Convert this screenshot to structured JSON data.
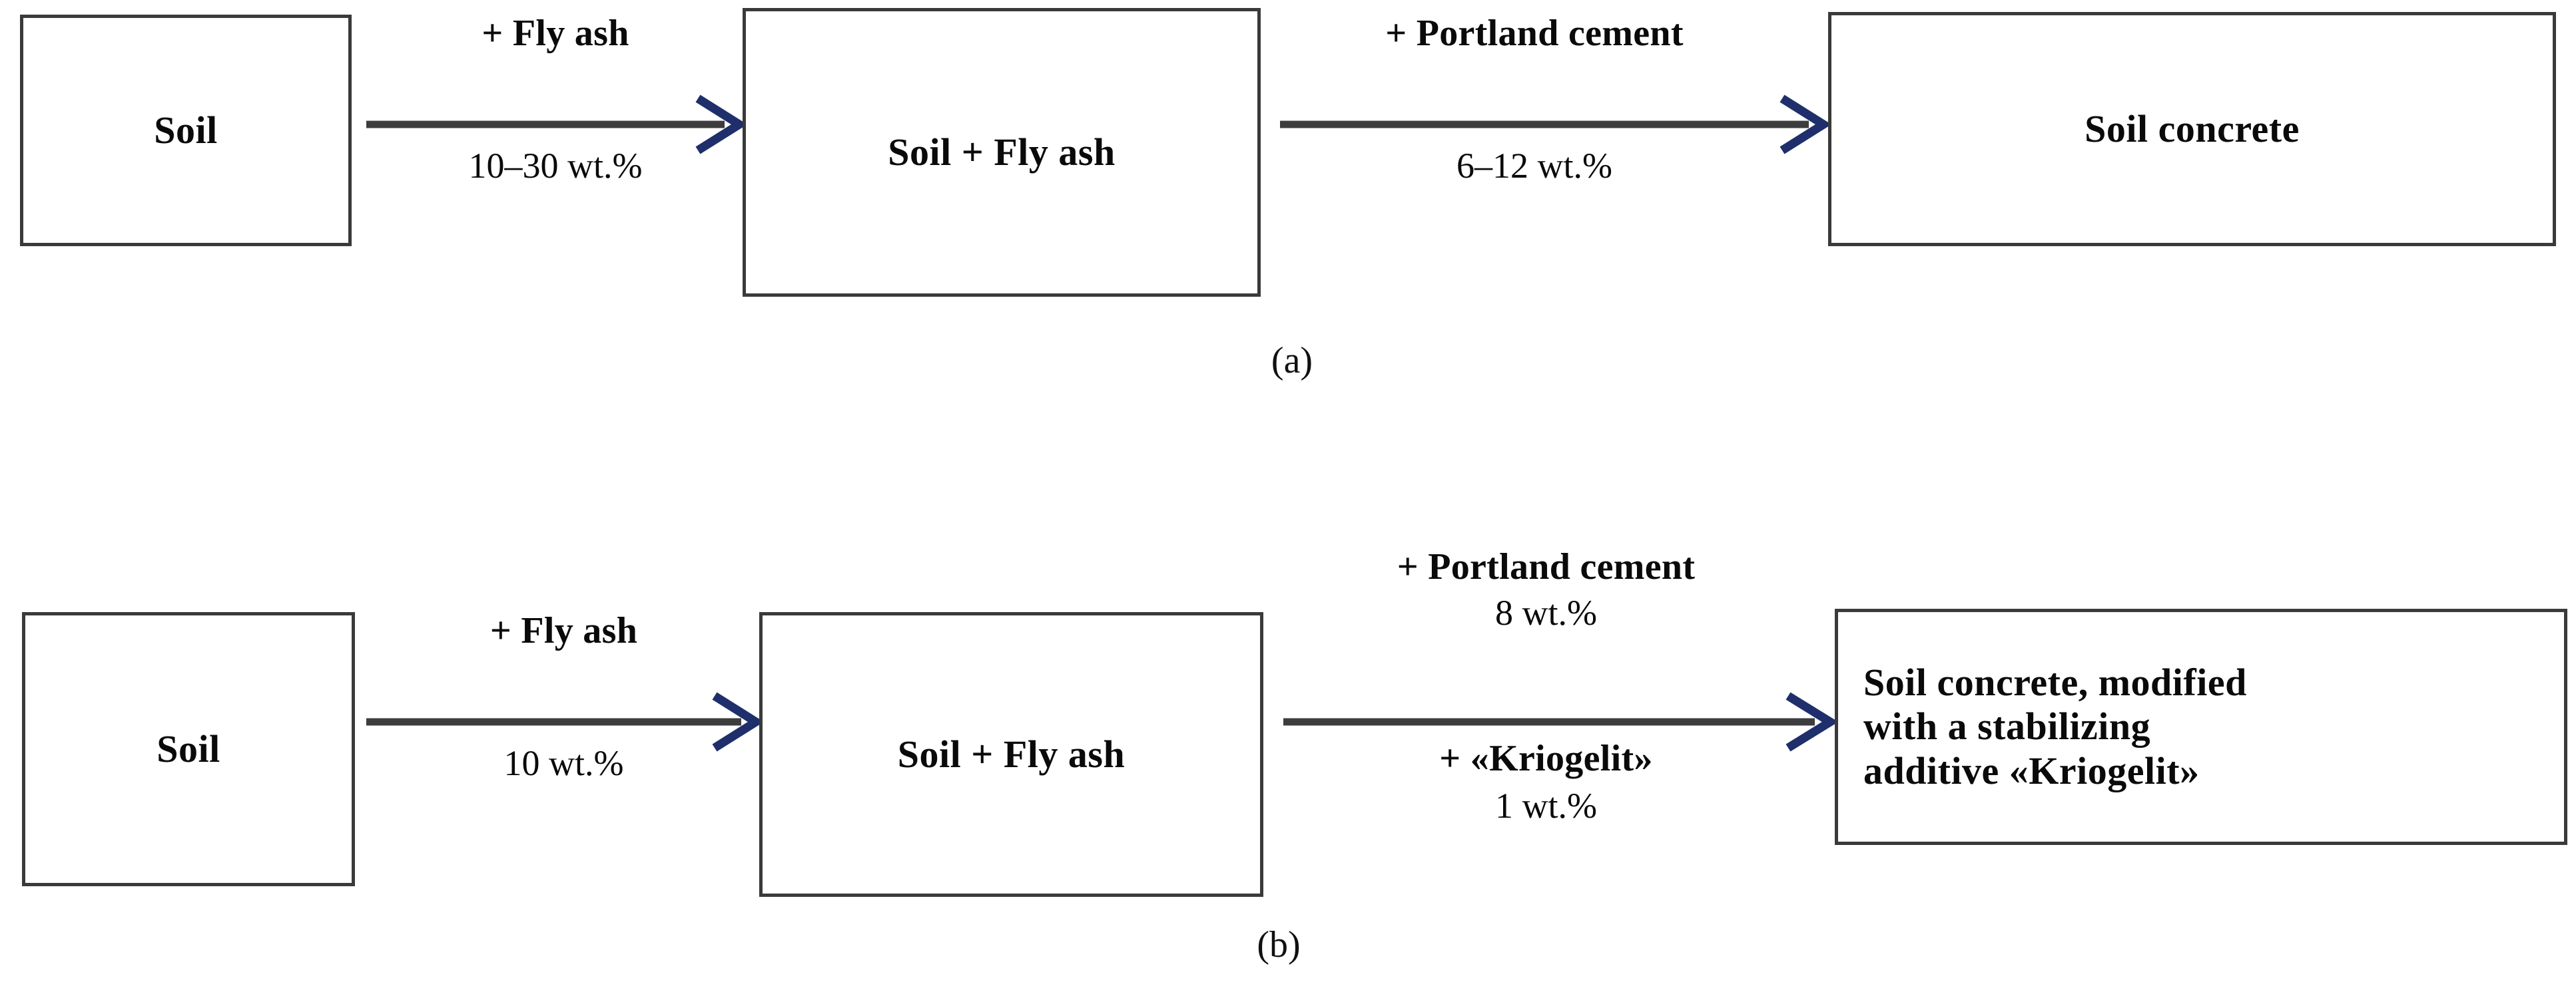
{
  "figure": {
    "panels": [
      {
        "id": "a",
        "caption": "(a)",
        "nodes": [
          {
            "id": "soil",
            "label": "Soil"
          },
          {
            "id": "soil-fly-ash",
            "label": "Soil + Fly ash"
          },
          {
            "id": "soil-concrete",
            "label": "Soil concrete"
          }
        ],
        "edges": [
          {
            "id": "soil-to-soil-fly-ash",
            "above": "+ Fly ash",
            "below": "10–30 wt.%"
          },
          {
            "id": "soil-fly-ash-to-soil-concrete",
            "above": "+ Portland cement",
            "below": "6–12 wt.%"
          }
        ]
      },
      {
        "id": "b",
        "caption": "(b)",
        "nodes": [
          {
            "id": "soil",
            "label": "Soil"
          },
          {
            "id": "soil-fly-ash",
            "label": "Soil + Fly ash"
          },
          {
            "id": "soil-concrete-modified",
            "label": "Soil concrete, modified\nwith a stabilizing\nadditive «Kriogelit»"
          }
        ],
        "edges": [
          {
            "id": "soil-to-soil-fly-ash",
            "above": "+ Fly ash",
            "below": "10 wt.%"
          },
          {
            "id": "soil-fly-ash-to-soil-concrete-modified",
            "above_line_1": "+ Portland cement",
            "above_line_2": "8 wt.%",
            "below_line_1": "+ «Kriogelit»",
            "below_line_2": "1 wt.%"
          }
        ]
      }
    ]
  },
  "colors": {
    "box_border": "#3a3a3a",
    "arrow_line": "#3d3d3d",
    "arrow_head": "#1f2f6b",
    "text": "#0a0a0a",
    "background": "#ffffff"
  }
}
